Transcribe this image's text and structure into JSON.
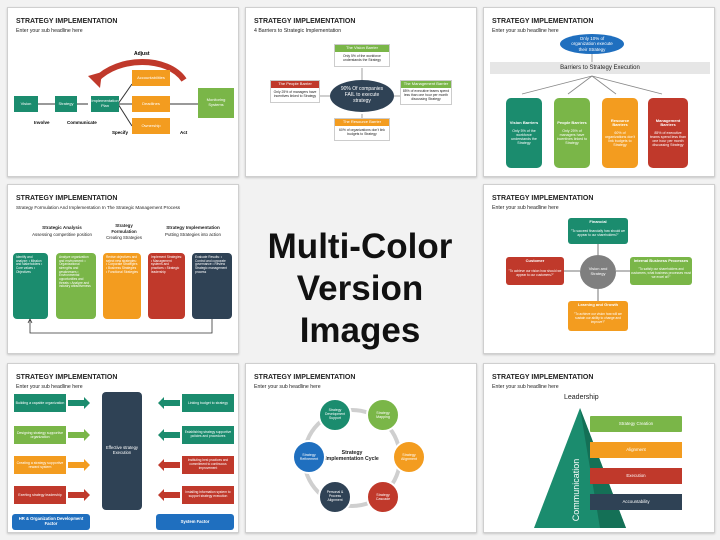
{
  "center": {
    "line1": "Multi-Color",
    "line2": "Version Images"
  },
  "slides": {
    "s1": {
      "title": "STRATEGY IMPLEMENTATION",
      "sub": "Enter your sub headline here",
      "adjust": "Adjust",
      "vision": "Vision",
      "strategy": "Strategy",
      "impl": "Implementation Plan",
      "accountabilities": "Accountabilities",
      "deadlines": "Deadlines",
      "ownership": "Ownership",
      "monitoring": "Monitoring Systems",
      "involve": "Involve",
      "communicate": "Communicate",
      "specify": "Specify",
      "act": "Act"
    },
    "s2": {
      "title": "STRATEGY IMPLEMENTATION",
      "sub": "4 Barriers to Strategic Implementation",
      "vision_h": "The Vision Barrier",
      "vision_t": "Only 5% of the workforce understands the Strategy",
      "people_h": "The People Barrier",
      "people_t": "Only 25% of managers have incentives linked to Strategy",
      "mgmt_h": "The Management Barrier",
      "mgmt_t": "85% of executive teams spend less than one hour per month discussing Strategy",
      "res_h": "The Resource Barrier",
      "res_t": "60% of organizations don't link budgets to Strategy",
      "center": "90% Of companies FAIL to execute strategy"
    },
    "s3": {
      "title": "STRATEGY IMPLEMENTATION",
      "sub": "Enter your sub headline here",
      "top": "Only 10% of organization execute their Strategy",
      "barriers": "Barriers to Strategy Execution",
      "b1_h": "Vision Barriers",
      "b1_t": "Only 5% of the workforce understands the Strategy",
      "b2_h": "People Barriers",
      "b2_t": "Only 25% of managers have incentives linked to Strategy",
      "b3_h": "Resource Barriers",
      "b3_t": "60% of organizations don't link budgets to Strategy",
      "b4_h": "Management Barriers",
      "b4_t": "85% of executive teams spend less than one hour per month discussing Strategy"
    },
    "s4": {
      "title": "STRATEGY IMPLEMENTATION",
      "sub": "Strategy Formulation And Implementation In The Strategic Management Process",
      "h1a": "Strategic Analysis",
      "h1b": "Assessing competitive position",
      "h2a": "Strategy",
      "h2b": "Formulation",
      "h2c": "Creating Strategies",
      "h3a": "Strategy Implementation",
      "h3b": "Putting Strategies into action",
      "c1": "Identify and analyze: • Mission and stakeholders • Core values • Objectives",
      "c2": "Analyze organization and environment: • Organizational strengths and weaknesses • Environmental opportunities and threats • Analyze and industry attractiveness",
      "c3": "Revise objectives and select new strategies: • Corporate Strategies • Business Strategies • Functional Strategies",
      "c4": "Implement Strategies: • Management systems and practices • Strategic leadership",
      "c5": "Evaluate Results: • Control and corporate governance • Review Strategic management process"
    },
    "s5": {
      "title": "STRATEGY IMPLEMENTATION",
      "sub": "Enter your sub headline here",
      "fin_h": "Financial",
      "fin_t": "\"To succeed financially how should we appear to our shareholders?\"",
      "cus_h": "Customer",
      "cus_t": "\"To achieve our vision how should we appear to our customers?\"",
      "ibp_h": "Internal Business Processes",
      "ibp_t": "\"To satisfy our shareholders and customers, what business processes must we excel at?\"",
      "lg_h": "Learning and Growth",
      "lg_t": "\"To achieve our vision how will we sustain our ability to change and improve?\"",
      "center": "Vision and Strategy"
    },
    "s6": {
      "title": "STRATEGY IMPLEMENTATION",
      "sub": "Enter your sub headline here",
      "l1": "Building a capable organization",
      "l2": "Designing strategy supportive organization",
      "l3": "Creating a strategy supportive reward system",
      "l4": "Exerting strategy leadership",
      "r1": "Linking budget to strategy",
      "r2": "Establishing strategy supportive policies and procedures",
      "r3": "Instituting best practices and commitment to continuous improvement",
      "r4": "Installing information system to support strategy execution",
      "center": "Effective strategy Execution",
      "left_f": "HR & Organization Development Factor",
      "right_f": "System Factor"
    },
    "s7": {
      "title": "STRATEGY IMPLEMENTATION",
      "sub": "Enter your sub headline here",
      "center": "Strategy Implementation Cycle",
      "n1": "Strategy Development Support",
      "n2": "Strategy Mapping",
      "n3": "Strategy Alignment",
      "n4": "Strategy Cascade",
      "n5": "Personal & Process Alignment",
      "n6": "Strategy Refinement"
    },
    "s8": {
      "title": "STRATEGY IMPLEMENTATION",
      "sub": "Enter your sub headline here",
      "leadership": "Leadership",
      "communication": "Communication",
      "p1": "Strategy Creation",
      "p2": "Alignment",
      "p3": "Execution",
      "p4": "Accountability"
    }
  },
  "colors": {
    "teal": "#1b8c6e",
    "green": "#7ab648",
    "orange": "#f39c1f",
    "red": "#c0392b",
    "navy": "#2f4255",
    "blue": "#1f6fbf"
  }
}
